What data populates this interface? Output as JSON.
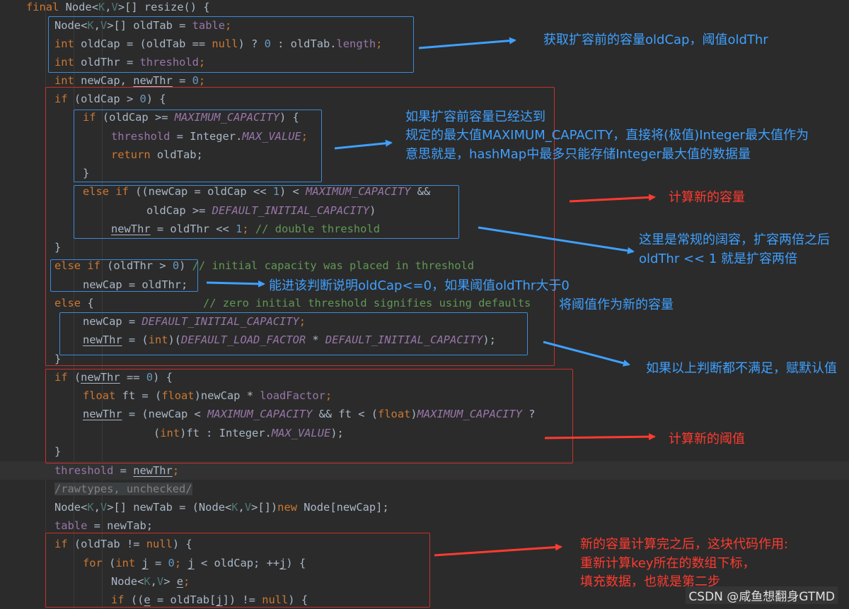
{
  "code": {
    "l0": {
      "a": "final ",
      "b": "Node",
      "c": "<",
      "d": "K",
      "e": ",",
      "f": "V",
      "g": ">[] resize() {"
    },
    "l1": {
      "a": "Node<",
      "b": "K",
      "c": ",",
      "d": "V",
      "e": ">[] oldTab = ",
      "f": "table",
      "g": ";"
    },
    "l2": {
      "a": "int ",
      "b": "oldCap = (oldTab == ",
      "c": "null",
      "d": ") ? ",
      "e": "0",
      "f": " : oldTab.",
      "g": "length",
      "h": ";"
    },
    "l3": {
      "a": "int ",
      "b": "oldThr = ",
      "c": "threshold",
      "d": ";"
    },
    "l4": {
      "a": "int ",
      "b": "newCap, ",
      "c": "newThr",
      "d": " = ",
      "e": "0",
      "f": ";"
    },
    "l5": {
      "a": "if ",
      "b": "(oldCap > ",
      "c": "0",
      "d": ") {"
    },
    "l6": {
      "a": "if ",
      "b": "(oldCap >= ",
      "c": "MAXIMUM_CAPACITY",
      "d": ") {"
    },
    "l7": {
      "a": "threshold",
      "b": " = Integer.",
      "c": "MAX_VALUE",
      "d": ";"
    },
    "l8": {
      "a": "return ",
      "b": "oldTab;"
    },
    "l9": {
      "a": "}"
    },
    "l10": {
      "a": "else if ",
      "b": "((newCap = oldCap << ",
      "c": "1",
      "d": ") < ",
      "e": "MAXIMUM_CAPACITY",
      "f": " &&"
    },
    "l11": {
      "a": "oldCap >= ",
      "b": "DEFAULT_INITIAL_CAPACITY",
      "c": ")"
    },
    "l12": {
      "a": "newThr",
      "b": " = oldThr << ",
      "c": "1",
      "d": "; ",
      "e": "// double threshold"
    },
    "l13": {
      "a": "}"
    },
    "l14": {
      "a": "else if ",
      "b": "(oldThr > ",
      "c": "0",
      "d": ") ",
      "e": "// initial capacity was placed in threshold"
    },
    "l15": {
      "a": "newCap = oldThr;"
    },
    "l16": {
      "a": "else ",
      "b": "{",
      "c": "// zero initial threshold signifies using defaults"
    },
    "l17": {
      "a": "newCap = ",
      "b": "DEFAULT_INITIAL_CAPACITY",
      "c": ";"
    },
    "l18": {
      "a": "newThr",
      "b": " = (",
      "c": "int",
      "d": ")(",
      "e": "DEFAULT_LOAD_FACTOR",
      "f": " * ",
      "g": "DEFAULT_INITIAL_CAPACITY",
      "h": ");"
    },
    "l19": {
      "a": "}"
    },
    "l20": {
      "a": "if ",
      "b": "(",
      "c": "newThr",
      "d": " == ",
      "e": "0",
      "f": ") {"
    },
    "l21": {
      "a": "float ",
      "b": "ft = (",
      "c": "float",
      "d": ")newCap * ",
      "e": "loadFactor",
      "f": ";"
    },
    "l22": {
      "a": "newThr",
      "b": " = (newCap < ",
      "c": "MAXIMUM_CAPACITY",
      "d": " && ft < (",
      "e": "float",
      "f": ")",
      "g": "MAXIMUM_CAPACITY",
      "h": " ?"
    },
    "l23": {
      "a": "(",
      "b": "int",
      "c": ")ft : Integer.",
      "d": "MAX_VALUE",
      "e": ");"
    },
    "l24": {
      "a": "}"
    },
    "l25": {
      "a": "threshold",
      "b": " = ",
      "c": "newThr",
      "d": ";"
    },
    "l26": {
      "a": "/rawtypes, unchecked/"
    },
    "l27": {
      "a": "Node<",
      "b": "K",
      "c": ",",
      "d": "V",
      "e": ">[] newTab = (Node<",
      "f": "K",
      "g": ",",
      "h": "V",
      "i": ">[])",
      "j": "new ",
      "k": "Node[newCap];"
    },
    "l28": {
      "a": "table",
      "b": " = newTab;"
    },
    "l29": {
      "a": "if ",
      "b": "(oldTab != ",
      "c": "null",
      "d": ") {"
    },
    "l30": {
      "a": "for ",
      "b": "(",
      "c": "int ",
      "d": "j",
      "e": " = ",
      "f": "0",
      "g": "; ",
      "h": "j",
      "i": " < oldCap; ++",
      "j": "j",
      "k": ") {"
    },
    "l31": {
      "a": "Node<",
      "b": "K",
      "c": ",",
      "d": "V",
      "e": "> ",
      "f": "e",
      "g": ";"
    },
    "l32": {
      "a": "if ",
      "b": "((",
      "c": "e",
      "d": " = oldTab[",
      "e": "j",
      "f": "]) != ",
      "g": "null",
      "h": ") {"
    }
  },
  "notes": {
    "n1": "获取扩容前的容量oldCap，阈值oldThr",
    "n2a": "如果扩容前容量已经达到",
    "n2b": "规定的最大值MAXIMUM_CAPACITY，直接将(极值)Integer最大值作为",
    "n2c": "意思就是，hashMap中最多只能存储Integer最大值的数据量",
    "n3": "计算新的容量",
    "n4a": "这里是常规的阔容，扩容两倍之后",
    "n4b": "oldThr << 1 就是扩容两倍",
    "n5a": "能进该判断说明oldCap<=0，如果阈值oldThr大于0",
    "n5b": "将阈值作为新的容量",
    "n6": "如果以上判断都不满足，赋默认值",
    "n7": "计算新的阈值",
    "n8a": "新的容量计算完之后，这块代码作用:",
    "n8b": "重新计算key所在的数组下标，",
    "n8c": "填充数据，也就是第二步"
  },
  "watermark": "CSDN @咸鱼想翻身GTMD",
  "colors": {
    "background": "#2b2b2b",
    "keyword": "#cc7832",
    "field": "#9876aa",
    "number": "#6897bb",
    "comment": "#629755",
    "annotation_blue": "#3fa0ff",
    "annotation_red": "#ff3b30"
  }
}
